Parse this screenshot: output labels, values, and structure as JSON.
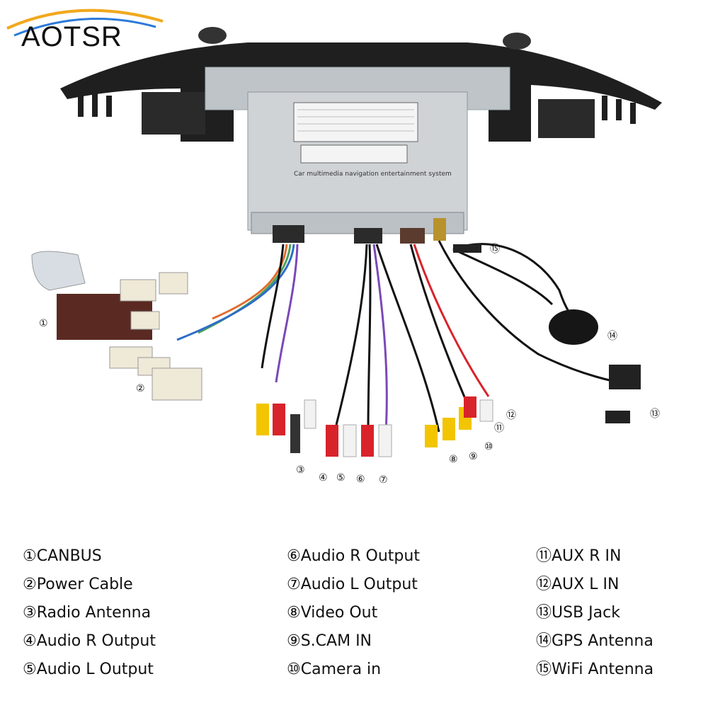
{
  "brand": {
    "logo_text": "AOTSR"
  },
  "unit": {
    "label_text": "Car multimedia navigation entertainment system"
  },
  "callouts": {
    "c1": "①",
    "c2": "②",
    "c3": "③",
    "c4": "④",
    "c5": "⑤",
    "c6": "⑥",
    "c7": "⑦",
    "c8": "⑧",
    "c9": "⑨",
    "c10": "⑩",
    "c11": "⑪",
    "c12": "⑫",
    "c13": "⑬",
    "c14": "⑭",
    "c15": "⑮"
  },
  "legend": {
    "col1": [
      "①CANBUS",
      "②Power Cable",
      "③Radio Antenna",
      "④Audio R Output",
      "⑤Audio L Output"
    ],
    "col2": [
      "⑥Audio R Output",
      "⑦Audio L Output",
      "⑧Video Out",
      "⑨S.CAM IN",
      "⑩Camera in"
    ],
    "col3": [
      "⑪AUX R IN",
      "⑫AUX L IN",
      "⑬USB Jack",
      "⑭GPS Antenna",
      "⑮WiFi Antenna"
    ]
  },
  "colors": {
    "red_plug": "#d8232a",
    "white_plug": "#f2f2f2",
    "yellow_plug": "#f2c500",
    "bezel": "#1f1f1f",
    "chassis": "#cfd3d6"
  }
}
